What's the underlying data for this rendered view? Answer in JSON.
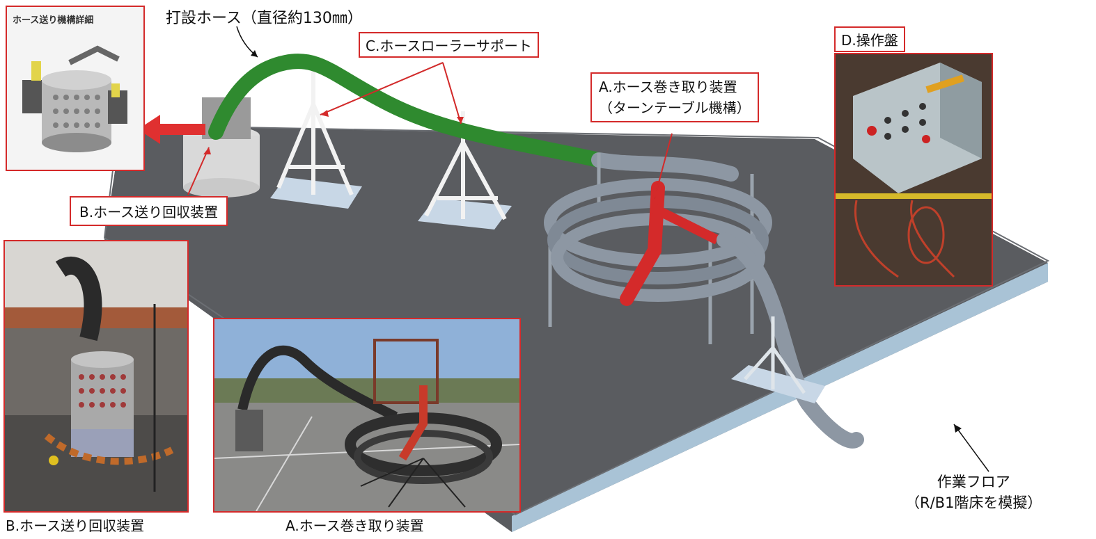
{
  "labels": {
    "hose_detail_title": "ホース送り機構詳細",
    "hose_main": "打設ホース（直径約130㎜）",
    "roller_support": "C.ホースローラーサポート",
    "reel_line1": "A.ホース巻き取り装置",
    "reel_line2": "（ターンテーブル機構）",
    "control_panel": "D.操作盤",
    "feed_device": "B.ホース送り回収装置",
    "floor_line1": "作業フロア",
    "floor_line2": "（R/B1階床を模擬）",
    "photo_b_caption": "B.ホース送り回収装置",
    "photo_a_caption": "A.ホース巻き取り装置"
  },
  "colors": {
    "accent_red": "#d42a2a",
    "hose_green": "#2f8a2f",
    "hose_grey": "#8d97a3",
    "floor": "#5a5c60",
    "floor_edge": "#a9c3d6"
  }
}
